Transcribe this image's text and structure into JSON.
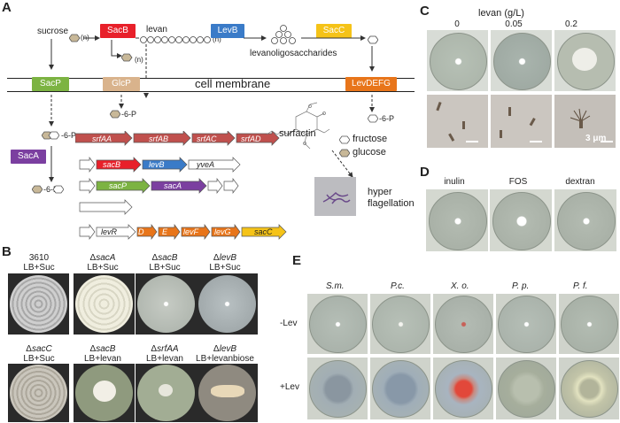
{
  "panels": {
    "A": {
      "label": "A",
      "sucrose": "sucrose",
      "levan": "levan",
      "n1": "(n)",
      "n2": "(n)",
      "n3": "(n)",
      "levanoligo": "levanoligosaccharides",
      "membrane": "cell membrane",
      "enzymes": {
        "SacB": "SacB",
        "LevB": "LevB",
        "SacC": "SacC",
        "SacP": "SacP",
        "GlcP": "GlcP",
        "LevDEFG": "LevDEFG",
        "SacA": "SacA"
      },
      "p6": [
        "-6-P",
        "-6-P",
        "-6-P",
        "-6-P"
      ],
      "surfactin": "surfactin",
      "legend": {
        "fructose": "fructose",
        "glucose": "glucose"
      },
      "hyper": "hyper\nflagellation",
      "genes": {
        "row1": [
          "srfAA",
          "srfAB",
          "srfAC",
          "srfAD"
        ],
        "row2": [
          "sacB",
          "levB",
          "yveA"
        ],
        "row3": [
          "sacP",
          "sacA"
        ],
        "row4": [
          "levR",
          "D",
          "E",
          "levF",
          "levG",
          "sacC"
        ]
      },
      "colors": {
        "red": "#e8202a",
        "blue": "#3a7bc8",
        "yellow": "#f5c318",
        "green": "#7cb342",
        "tan": "#d9b38c",
        "orange": "#e8751a",
        "purple": "#7b3fa0",
        "srf": "#c0504d"
      }
    },
    "B": {
      "label": "B",
      "plates": [
        {
          "name": "3610",
          "cond": "LB+Suc",
          "delta": false
        },
        {
          "name": "sacA",
          "cond": "LB+Suc",
          "delta": true
        },
        {
          "name": "sacB",
          "cond": "LB+Suc",
          "delta": true
        },
        {
          "name": "levB",
          "cond": "LB+Suc",
          "delta": true
        },
        {
          "name": "sacC",
          "cond": "LB+Suc",
          "delta": true
        },
        {
          "name": "sacB",
          "cond": "LB+levan",
          "delta": true
        },
        {
          "name": "srfAA",
          "cond": "LB+levan",
          "delta": true
        },
        {
          "name": "levB",
          "cond": "LB+levanbiose",
          "delta": true
        }
      ]
    },
    "C": {
      "label": "C",
      "title": "levan (g/L)",
      "concs": [
        "0",
        "0.05",
        "0.2"
      ],
      "scale": "3 μm"
    },
    "D": {
      "label": "D",
      "names": [
        "inulin",
        "FOS",
        "dextran"
      ]
    },
    "E": {
      "label": "E",
      "species": [
        "S.m.",
        "P.c.",
        "X. o.",
        "P. p.",
        "P. f."
      ],
      "rows": [
        "-Lev",
        "+Lev"
      ]
    }
  }
}
